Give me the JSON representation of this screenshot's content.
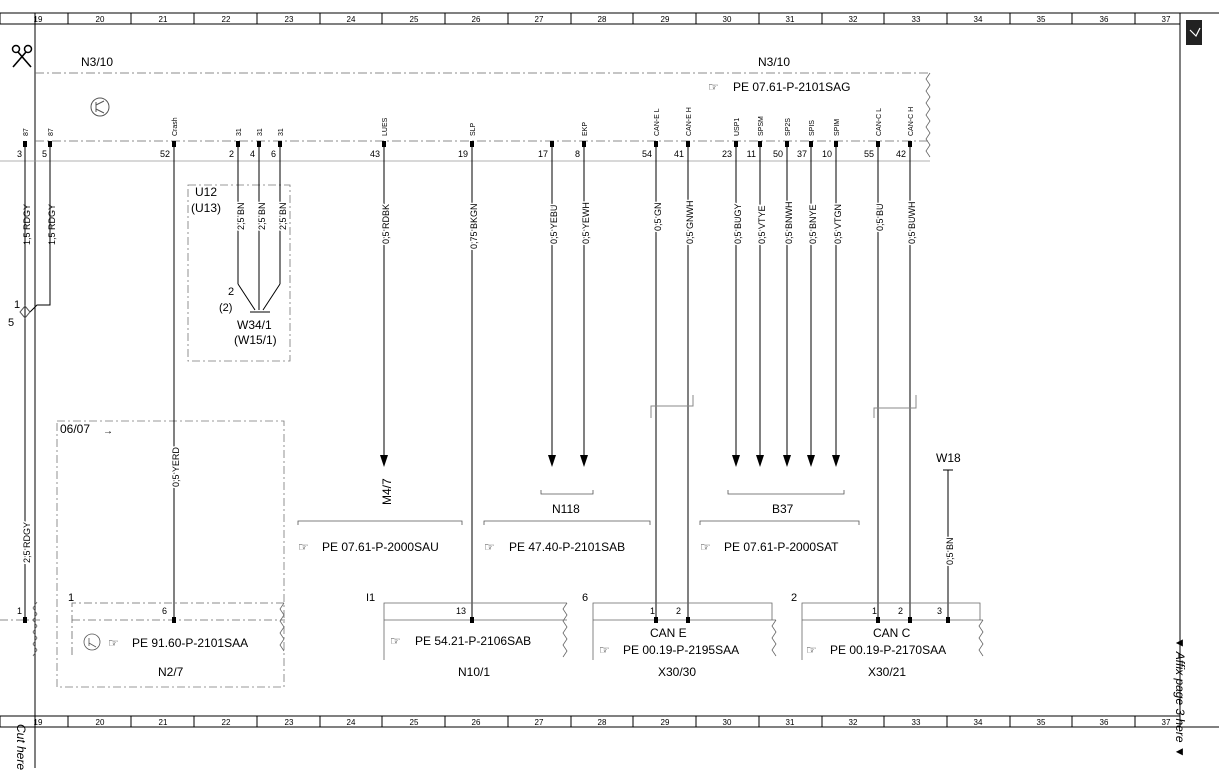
{
  "grid_columns": [
    "19",
    "20",
    "21",
    "22",
    "23",
    "24",
    "25",
    "26",
    "27",
    "28",
    "29",
    "30",
    "31",
    "32",
    "33",
    "34",
    "35",
    "36",
    "37"
  ],
  "top_labels": {
    "left_module": "N3/10",
    "right_module": "N3/10",
    "ref_main": "PE 07.61-P-2101SAG"
  },
  "left_pins": [
    {
      "num": "3",
      "name": "87",
      "wire": "1,5 RDGY"
    },
    {
      "num": "5",
      "name": "87",
      "wire": "1,5 RDGY"
    }
  ],
  "pins": [
    {
      "num": "52",
      "name": "Crash"
    },
    {
      "num": "2",
      "name": "31"
    },
    {
      "num": "4",
      "name": "31"
    },
    {
      "num": "6",
      "name": "31"
    },
    {
      "num": "43",
      "name": "LUES"
    },
    {
      "num": "19",
      "name": "SLP"
    },
    {
      "num": "17",
      "name": ""
    },
    {
      "num": "8",
      "name": "EKP"
    },
    {
      "num": "54",
      "name": "CAN-E L"
    },
    {
      "num": "41",
      "name": "CAN-E H"
    },
    {
      "num": "23",
      "name": "USP1"
    },
    {
      "num": "11",
      "name": "SPSM"
    },
    {
      "num": "50",
      "name": "SP2S"
    },
    {
      "num": "37",
      "name": "SPIS"
    },
    {
      "num": "10",
      "name": "SPIM"
    },
    {
      "num": "55",
      "name": "CAN-C L"
    },
    {
      "num": "42",
      "name": "CAN-C H"
    }
  ],
  "wires": {
    "gnd1": "2,5 BN",
    "gnd2": "2,5 BN",
    "gnd3": "2,5 BN",
    "lues": "0,5 RDBK",
    "slp": "0,75 BKGN",
    "yebu": "0,5 YEBU",
    "yewh": "0,5 YEWH",
    "cane_l": "0,5 GN",
    "cane_h": "0,5 GNWH",
    "bugy": "0,5 BUGY",
    "vtye": "0,5 VTYE",
    "bnwh": "0,5 BNWH",
    "bnye": "0,5 BNYE",
    "vtgn": "0,5 VTGN",
    "canc_l": "0,5 BU",
    "canc_h": "0,5 BUWH",
    "crash": "0,5 YERD",
    "rdgy25": "2,5 RDGY",
    "w18": "0,5 BN"
  },
  "u12": {
    "label": "U12",
    "alt": "(U13)",
    "pin": "2",
    "pin_alt": "(2)",
    "ground": "W34/1",
    "ground_alt": "(W15/1)"
  },
  "splice": {
    "num": "1",
    "side": "5"
  },
  "frame_0607": "06/07",
  "targets": {
    "m47": "M4/7",
    "n118": "N118",
    "b37": "B37",
    "w18": "W18",
    "ref_m47": "PE 07.61-P-2000SAU",
    "ref_n118": "PE 47.40-P-2101SAB",
    "ref_b37": "PE 07.61-P-2000SAT"
  },
  "bottom_modules": {
    "n27": {
      "name": "N2/7",
      "ref": "PE 91.60-P-2101SAA",
      "pin": "6",
      "num": "1"
    },
    "n101": {
      "name": "N10/1",
      "ref": "PE 54.21-P-2106SAB",
      "pin": "13",
      "num": "I1"
    },
    "x3030": {
      "name": "X30/30",
      "title": "CAN E",
      "ref": "PE 00.19-P-2195SAA",
      "num": "6",
      "pins": [
        "1",
        "2"
      ]
    },
    "x3021": {
      "name": "X30/21",
      "title": "CAN C",
      "ref": "PE 00.19-P-2170SAA",
      "num": "2",
      "pins": [
        "1",
        "2",
        "3"
      ]
    },
    "left_pin": "1"
  },
  "side_text": {
    "affix": "▼ Affix page 3 here ▼",
    "cut": "Cut here"
  }
}
